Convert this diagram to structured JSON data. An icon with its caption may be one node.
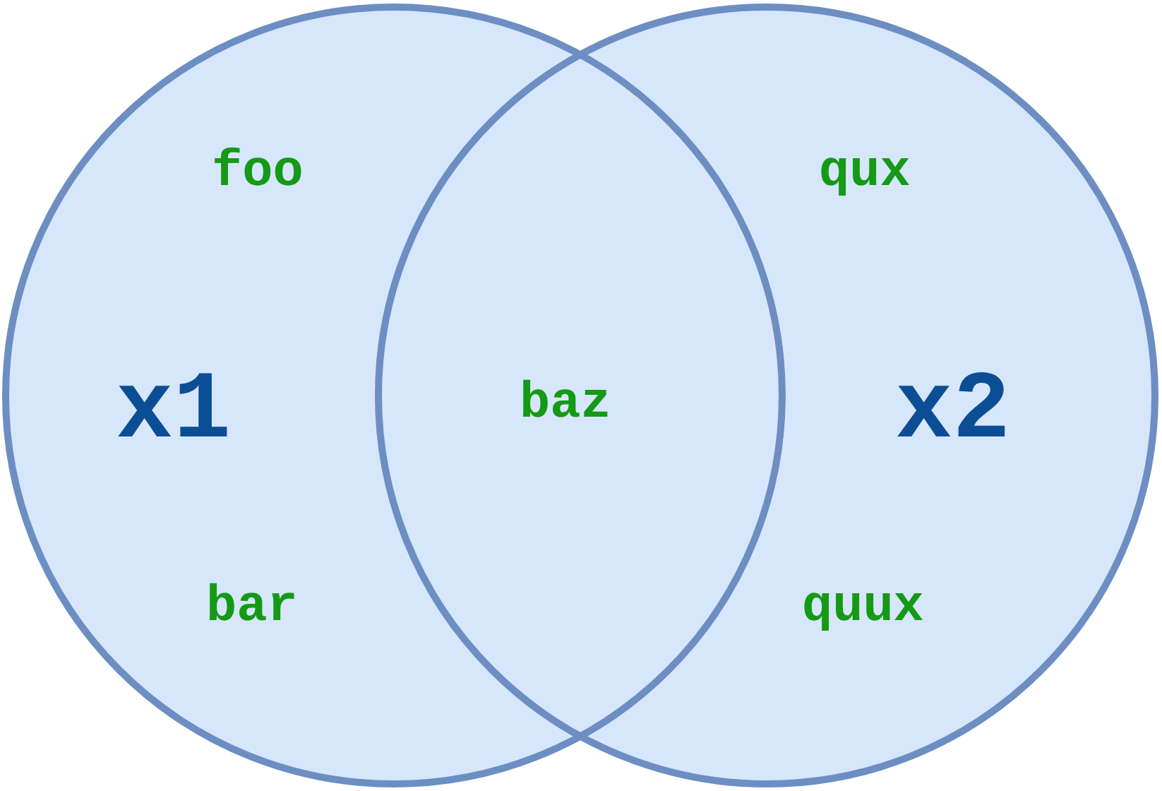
{
  "diagram": {
    "nodes": [
      {
        "text": [
          "x1"
        ]
      },
      {
        "text": [
          "x2"
        ]
      }
    ],
    "edges": [],
    "labels": [
      "foo",
      "qux",
      "baz",
      "bar",
      "quux"
    ]
  }
}
